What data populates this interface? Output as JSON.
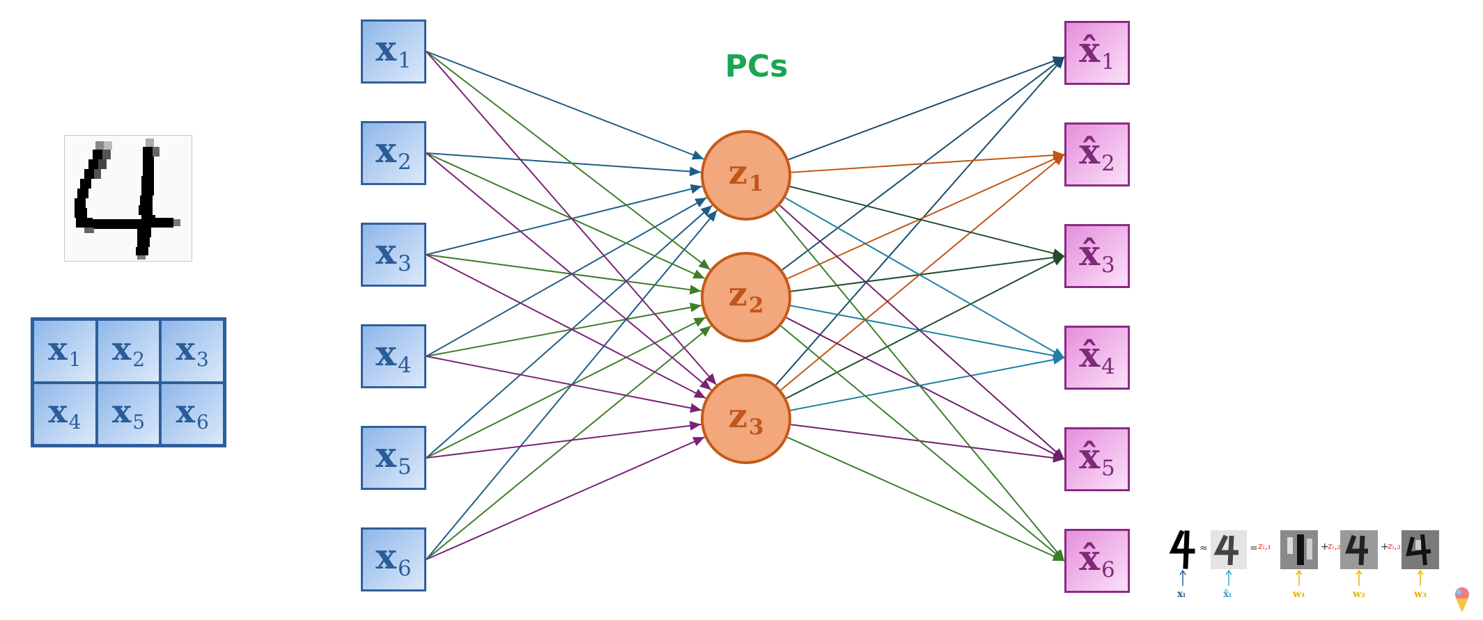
{
  "title": "PCs",
  "inputs": [
    {
      "base": "x",
      "sub": "1"
    },
    {
      "base": "x",
      "sub": "2"
    },
    {
      "base": "x",
      "sub": "3"
    },
    {
      "base": "x",
      "sub": "4"
    },
    {
      "base": "x",
      "sub": "5"
    },
    {
      "base": "x",
      "sub": "6"
    }
  ],
  "components": [
    {
      "base": "z",
      "sub": "1"
    },
    {
      "base": "z",
      "sub": "2"
    },
    {
      "base": "z",
      "sub": "3"
    }
  ],
  "outputs": [
    {
      "base": "x̂",
      "sub": "1"
    },
    {
      "base": "x̂",
      "sub": "2"
    },
    {
      "base": "x̂",
      "sub": "3"
    },
    {
      "base": "x̂",
      "sub": "4"
    },
    {
      "base": "x̂",
      "sub": "5"
    },
    {
      "base": "x̂",
      "sub": "6"
    }
  ],
  "pixel_grid": [
    {
      "base": "x",
      "sub": "1"
    },
    {
      "base": "x",
      "sub": "2"
    },
    {
      "base": "x",
      "sub": "3"
    },
    {
      "base": "x",
      "sub": "4"
    },
    {
      "base": "x",
      "sub": "5"
    },
    {
      "base": "x",
      "sub": "6"
    }
  ],
  "equation": {
    "approx": "≈",
    "equals": "=",
    "plus": "+",
    "coefficients": [
      "zᵢ,₁",
      "zᵢ,₂",
      "zᵢ,₃"
    ],
    "captions": [
      "xᵢ",
      "x̂ᵢ",
      "w₁",
      "w₂",
      "w₃"
    ]
  },
  "colors": {
    "encoder_edges": [
      "#1f5d85",
      "#3f7d2a",
      "#7a2277"
    ],
    "decoder_edges": [
      "#1a4d6e",
      "#c45512",
      "#1f4d2a",
      "#1e7fa3",
      "#6e1f6a",
      "#3a7f2a"
    ],
    "input_border": "#2f5f9a",
    "output_border": "#8a2a83",
    "node_fill": "#f2a77d",
    "node_border": "#c55a16",
    "title": "#1aa653"
  }
}
